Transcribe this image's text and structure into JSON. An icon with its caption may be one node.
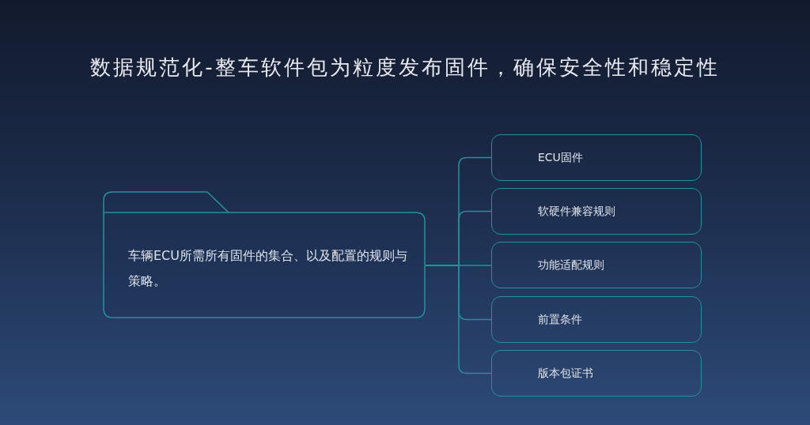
{
  "diagram": {
    "title": "数据规范化-整车软件包为粒度发布固件，确保安全性和稳定性",
    "nodes": [
      {
        "text": [
          "车辆ECU所需所有固件的集合、以及配置的规则与策略。"
        ]
      },
      {
        "text": [
          "ECU固件"
        ]
      },
      {
        "text": [
          "软硬件兼容规则"
        ]
      },
      {
        "text": [
          "功能适配规则"
        ]
      },
      {
        "text": [
          "前置条件"
        ]
      },
      {
        "text": [
          "版本包证书"
        ]
      }
    ],
    "edges": [
      {
        "from": 0,
        "to": 1,
        "arrow": "none"
      },
      {
        "from": 0,
        "to": 2,
        "arrow": "none"
      },
      {
        "from": 0,
        "to": 3,
        "arrow": "none"
      },
      {
        "from": 0,
        "to": 4,
        "arrow": "none"
      },
      {
        "from": 0,
        "to": 5,
        "arrow": "none"
      }
    ]
  }
}
